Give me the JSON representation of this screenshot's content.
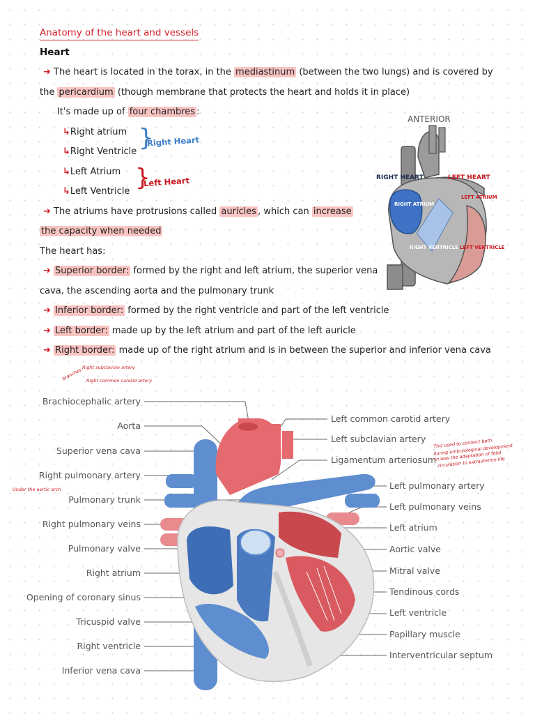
{
  "title": "Anatomy of the heart and vessels",
  "heading": "Heart",
  "p1": {
    "a": "The heart is located in the torax, in the",
    "hl1": "mediastinum",
    "b": "(between the two lungs) and is covered by",
    "c": "the",
    "hl2": "pericardium",
    "d": "(though membrane that protects the heart and holds it in place)"
  },
  "p2": {
    "a": "It's made up of",
    "hl": "four chambres",
    "b": ":"
  },
  "chambers": [
    "Right atrium",
    "Right Ventricle",
    "Left Atrium",
    "Left Ventricle"
  ],
  "hand": {
    "right_heart": "Right Heart",
    "left_heart": "Left Heart"
  },
  "p3": {
    "a": "The atriums have protrusions called",
    "hl1": "auricles",
    "b": ", which can",
    "hl2": "increase",
    "hl3": "the capacity when needed"
  },
  "p4": "The heart has:",
  "borders": {
    "sup_hl": "Superior border:",
    "sup_a": "formed by the right and left atrium, the superior vena",
    "sup_b": "cava, the ascending aorta and the pulmonary trunk",
    "inf_hl": "Inferior border:",
    "inf": "formed by the right ventricle and part of the left ventricle",
    "left_hl": "Left border:",
    "left": "made up by the left atrium and part of the left auricle",
    "right_hl": "Right border:",
    "right": "made up of the right atrium and is in between the superior and inferior vena cava"
  },
  "small_figure": {
    "anterior": "ANTERIOR",
    "right_heart": "RIGHT HEART",
    "left_heart": "LEFT HEART",
    "right_atrium": "RIGHT ATRIUM",
    "left_atrium": "LEFT ATRIUM",
    "right_ventricle": "RIGHT VENTRICLE",
    "left_ventricle": "LEFT VENTRICLE"
  },
  "notes": {
    "branches": "branches",
    "subclavian": "Right subclavian artery",
    "carotid": "Right common carotid artery",
    "under_aortic": "Under the aortic arch",
    "ligamentum_a": "This used to connect both",
    "ligamentum_b": "during embryological development",
    "ligamentum_c": "in was the adaptation of fetal",
    "ligamentum_d": "circulation to extrauterine life"
  },
  "left_labels": [
    "Brachiocephalic artery",
    "Aorta",
    "Superior vena cava",
    "Right pulmonary artery",
    "Pulmonary trunk",
    "Right pulmonary veins",
    "Pulmonary valve",
    "Right atrium",
    "Opening of coronary sinus",
    "Tricuspid valve",
    "Right ventricle",
    "Inferior vena cava"
  ],
  "right_labels": [
    "Left common carotid artery",
    "Left subclavian artery",
    "Ligamentum arteriosum",
    "Left pulmonary artery",
    "Left pulmonary veins",
    "Left atrium",
    "Aortic valve",
    "Mitral valve",
    "Tendinous cords",
    "Left ventricle",
    "Papillary muscle",
    "Interventricular septum"
  ],
  "colors": {
    "accent": "#d3242c",
    "highlight": "#f8c4c2",
    "artery": "#e46a6f",
    "vein": "#5f8ed0"
  }
}
